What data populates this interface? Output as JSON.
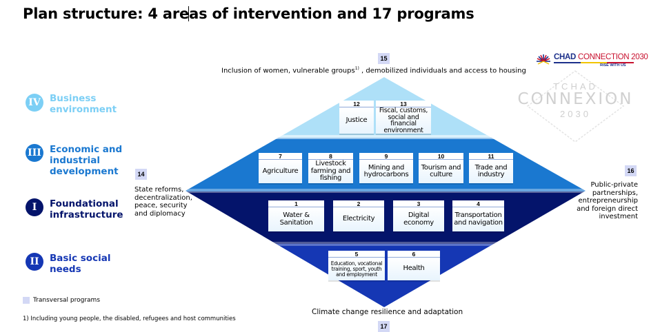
{
  "title_before": "Plan structure: 4 are",
  "title_after": "as of intervention and 17 programs",
  "areas": [
    {
      "numeral": "IV",
      "label": "Business environment",
      "color": "#7ccff5"
    },
    {
      "numeral": "III",
      "label": "Economic and industrial development",
      "color": "#1a78d0"
    },
    {
      "numeral": "I",
      "label": "Foundational infrastructure",
      "color": "#04146b"
    },
    {
      "numeral": "II",
      "label": "Basic social needs",
      "color": "#1537b4"
    }
  ],
  "transversal": {
    "top": {
      "number": "15",
      "text_before": "Inclusion of women, vulnerable groups",
      "sup": "1)",
      "text_after": " , demobilized individuals and access to housing"
    },
    "left": {
      "number": "14",
      "text": "State reforms, decentralization, peace, security and diplomacy"
    },
    "right": {
      "number": "16",
      "text": "Public-private partnerships, entrepreneurship and foreign direct investment"
    },
    "bottom": {
      "number": "17",
      "text": "Climate change resilience and adaptation"
    }
  },
  "programs": {
    "p1": {
      "number": "1",
      "label": "Water & Sanitation"
    },
    "p2": {
      "number": "2",
      "label": "Electricity"
    },
    "p3": {
      "number": "3",
      "label": "Digital economy"
    },
    "p4": {
      "number": "4",
      "label": "Transportation and navigation"
    },
    "p5": {
      "number": "5",
      "label": "Education, vocational training, sport, youth and employment"
    },
    "p6": {
      "number": "6",
      "label": "Health"
    },
    "p7": {
      "number": "7",
      "label": "Agriculture"
    },
    "p8": {
      "number": "8",
      "label": "Livestock farming and fishing"
    },
    "p9": {
      "number": "9",
      "label": "Mining and hydrocarbons"
    },
    "p10": {
      "number": "10",
      "label": "Tourism and culture"
    },
    "p11": {
      "number": "11",
      "label": "Trade and industry"
    },
    "p12": {
      "number": "12",
      "label": "Justice"
    },
    "p13": {
      "number": "13",
      "label": "Fiscal, customs, social and financial environment"
    }
  },
  "legend": {
    "label": "Transversal programs",
    "color": "#d3d8f5"
  },
  "footnote": "1) Including young people, the disabled, refugees and host communities",
  "logo": {
    "brand_part1": "CHAD",
    "brand_part2": "CONNECTION 2030",
    "tagline": "RISE WITH US",
    "watermark_line1": "TCHAD",
    "watermark_line2": "CONNEXION",
    "watermark_line3": "2030",
    "flag_colors": [
      "#1b2f8a",
      "#f2c500",
      "#c8102e"
    ]
  },
  "icons": {
    "cursor": "text-cursor-icon",
    "logo": "sunburst-logo-icon"
  }
}
